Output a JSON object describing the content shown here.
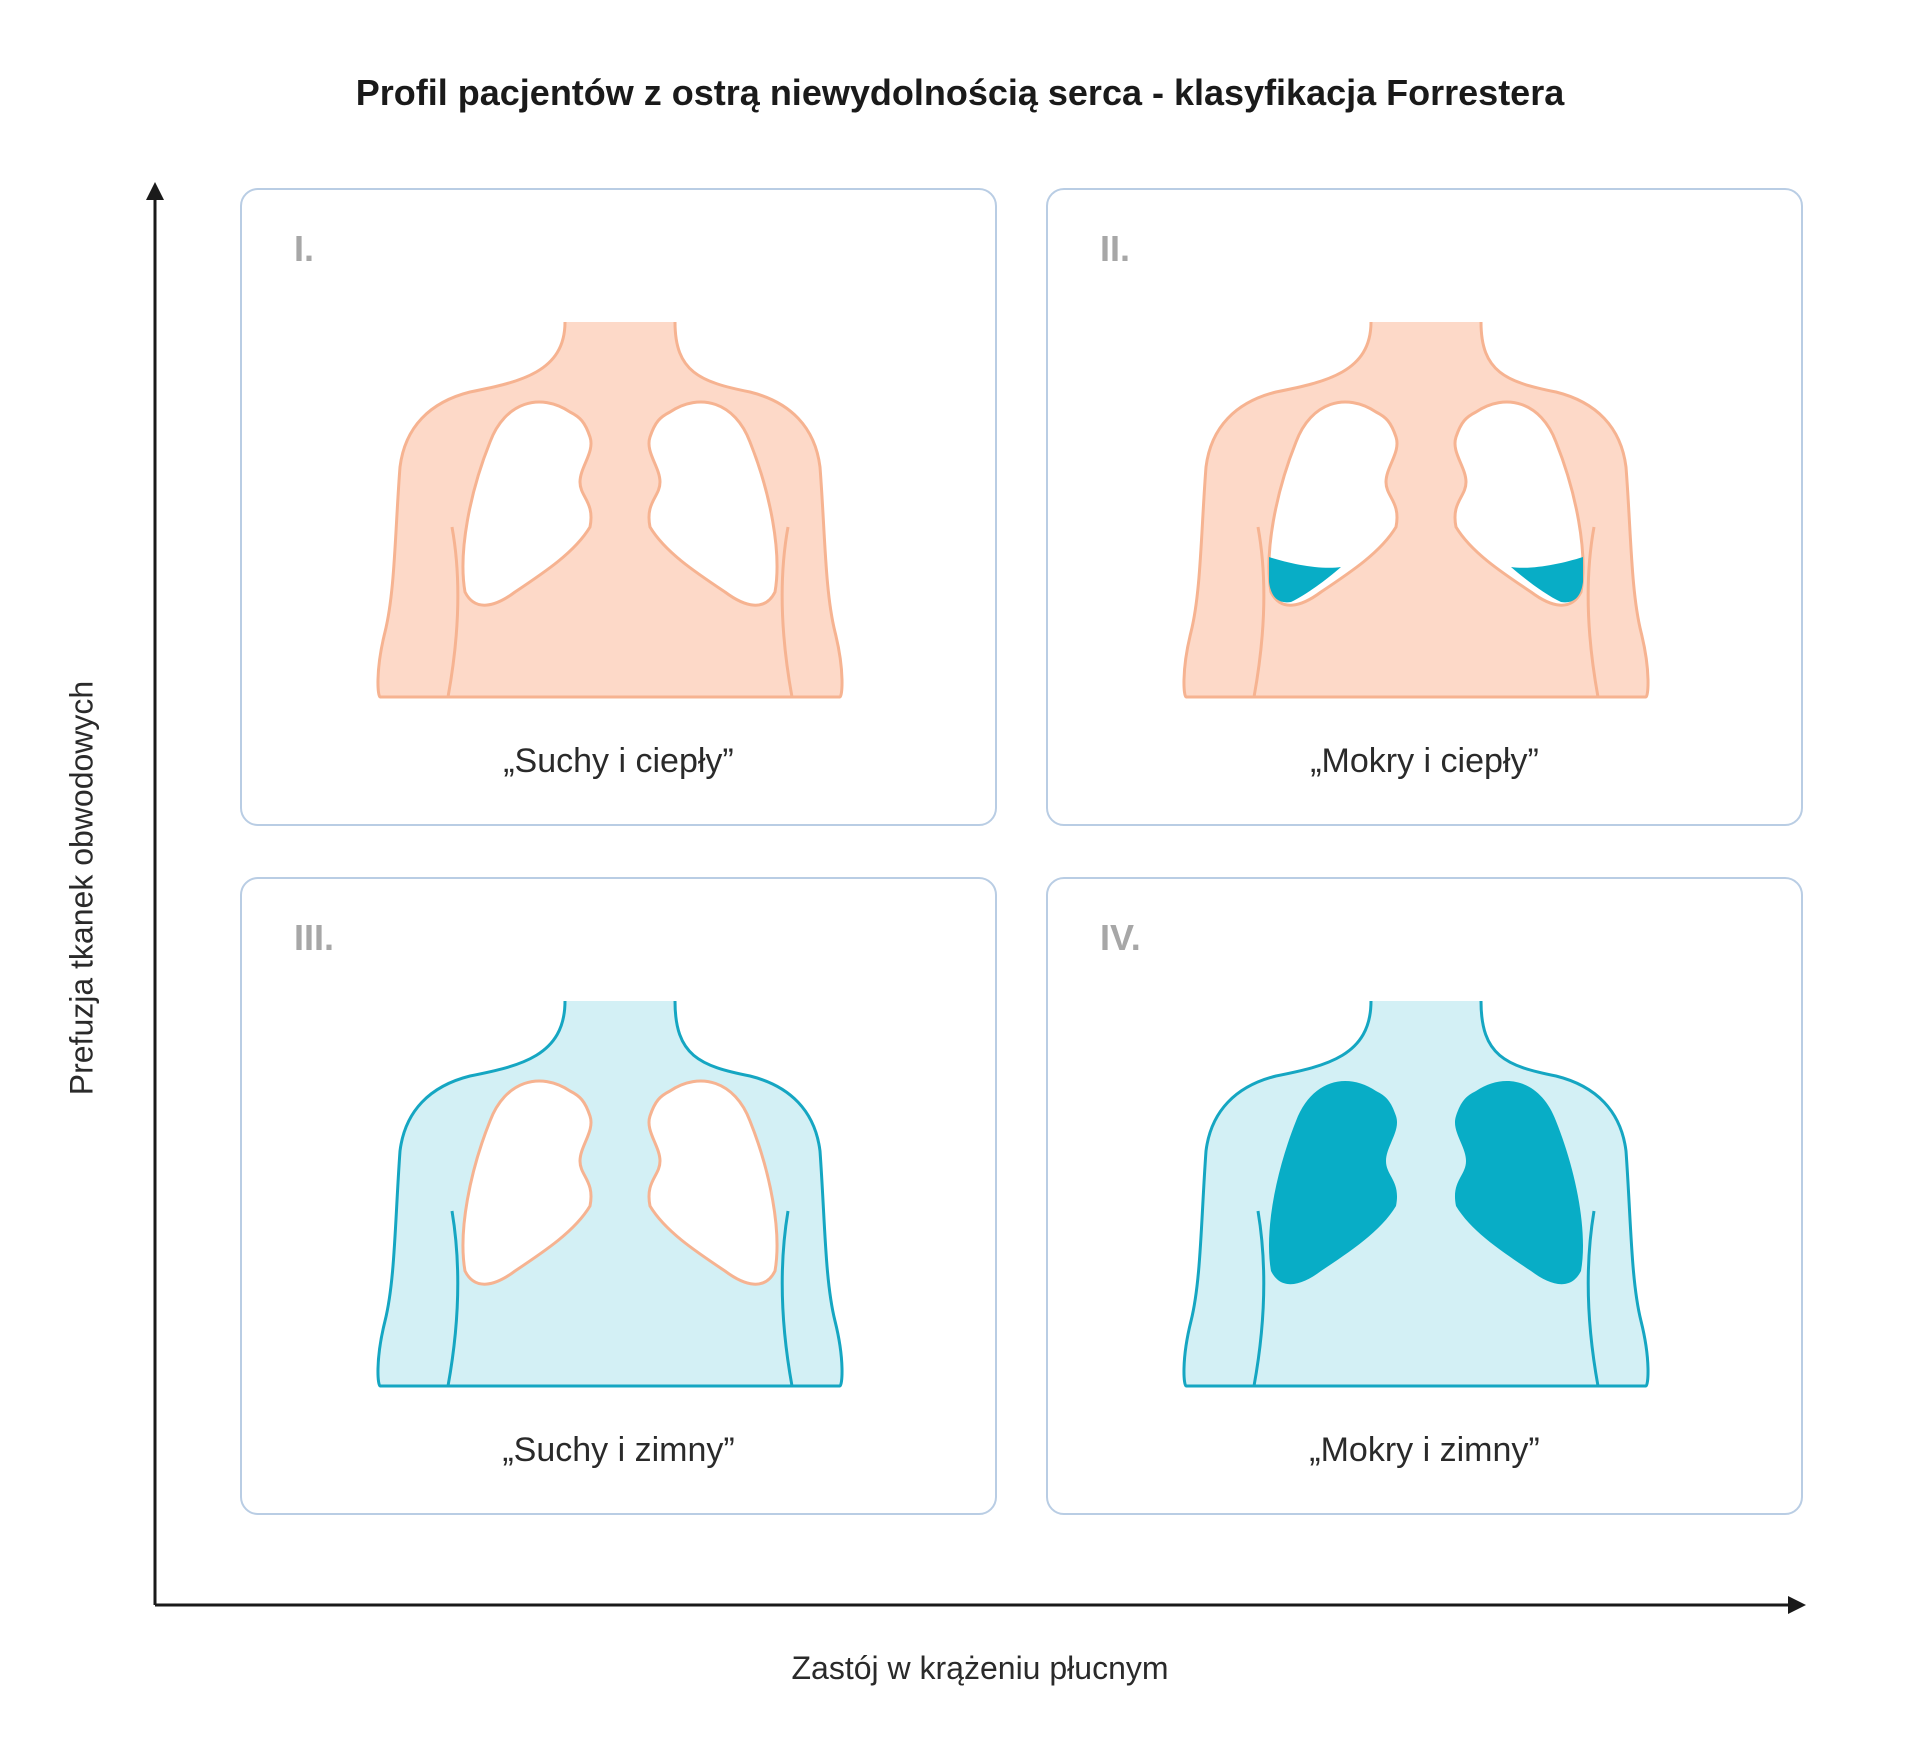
{
  "title": "Profil pacjentów z ostrą niewydolnością serca - klasyfikacja Forrestera",
  "y_axis_label": "Prefuzja tkanek obwodowych",
  "x_axis_label": "Zastój w krążeniu płucnym",
  "panels": [
    {
      "numeral": "I.",
      "caption": "„Suchy i ciepły”"
    },
    {
      "numeral": "II.",
      "caption": "„Mokry i ciepły”"
    },
    {
      "numeral": "III.",
      "caption": "„Suchy i zimny”"
    },
    {
      "numeral": "IV.",
      "caption": "„Mokry i zimny”"
    }
  ],
  "colors": {
    "warm_fill": "#fdd9c8",
    "warm_stroke": "#f6b391",
    "warm_neck": "#fde9df",
    "cold_fill": "#d3f0f5",
    "cold_stroke": "#15a6c2",
    "cold_neck": "#e5f6f9",
    "congestion": "#08adc6",
    "panel_border": "#b9cde4",
    "numeral": "#a7a7a7"
  }
}
